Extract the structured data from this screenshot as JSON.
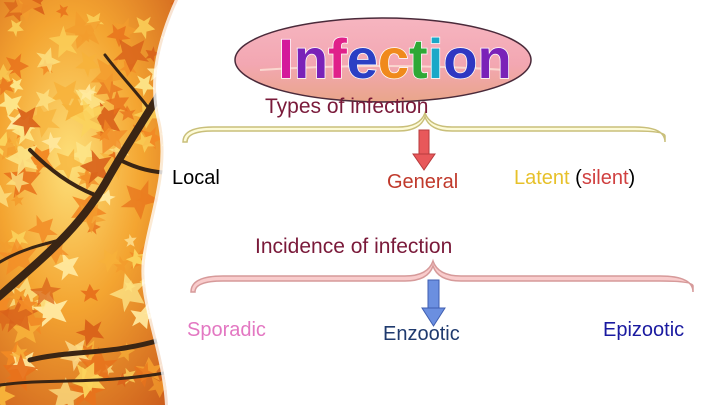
{
  "title": {
    "letters": [
      {
        "char": "I",
        "color": "#d4189b"
      },
      {
        "char": "n",
        "color": "#7a22b8"
      },
      {
        "char": "f",
        "color": "#e0208a"
      },
      {
        "char": "e",
        "color": "#2b3fc4"
      },
      {
        "char": "c",
        "color": "#f08a1c"
      },
      {
        "char": "t",
        "color": "#2fa836"
      },
      {
        "char": "i",
        "color": "#1aa8c8"
      },
      {
        "char": "o",
        "color": "#2f37c2"
      },
      {
        "char": "n",
        "color": "#7a22b8"
      }
    ]
  },
  "types": {
    "heading": "Types of infection",
    "local": "Local",
    "general": "General",
    "latent": {
      "word": "Latent",
      "open": " (",
      "note": "silent",
      "close": ")"
    }
  },
  "incidence": {
    "heading": "Incidence of infection",
    "sporadic": "Sporadic",
    "enzootic": "Enzootic",
    "epizootic": "Epizootic"
  },
  "colors": {
    "brace_top_fill": "#fdfbd8",
    "brace_top_stroke": "#c9bf7a",
    "brace_bottom_fill": "#f9cccc",
    "brace_bottom_stroke": "#d69a9a",
    "arrow_general": "#e8585a",
    "arrow_enzootic": "#6b8fe0",
    "latent_word": "#e7c12a",
    "latent_note": "#d04040",
    "ellipse": "#f3a7b2"
  },
  "icons": {
    "background": "autumn-leaves-photo",
    "arrow_general": "down-arrow-icon",
    "arrow_enzootic": "down-arrow-icon"
  }
}
